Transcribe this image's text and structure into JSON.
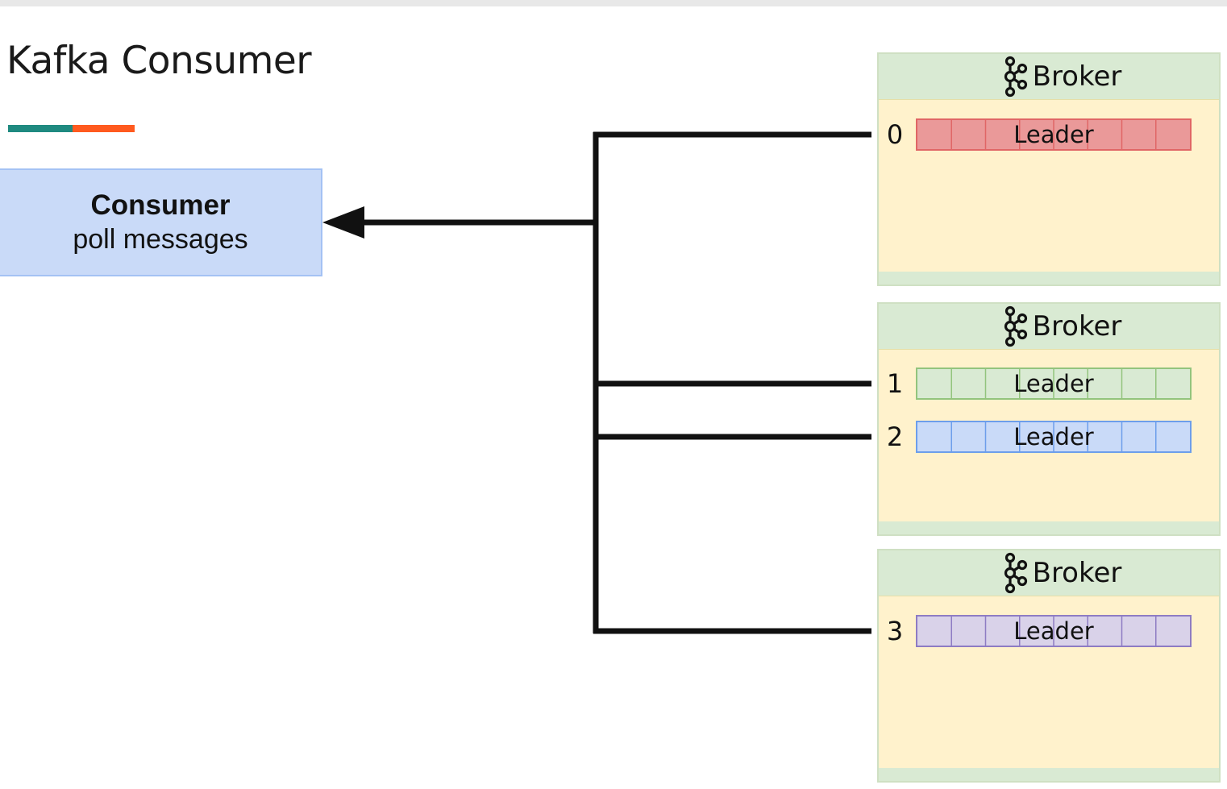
{
  "title": "Kafka Consumer",
  "accent_colors": {
    "teal": "#1f8a80",
    "orange": "#ff5a1f"
  },
  "consumer": {
    "title": "Consumer",
    "subtitle": "poll messages"
  },
  "brokers": [
    {
      "label": "Broker",
      "icon": "kafka-icon"
    },
    {
      "label": "Broker",
      "icon": "kafka-icon"
    },
    {
      "label": "Broker",
      "icon": "kafka-icon"
    }
  ],
  "partitions": [
    {
      "number": "0",
      "role": "Leader",
      "fill": "#ea9999",
      "border": "#e06666",
      "broker": 0
    },
    {
      "number": "1",
      "role": "Leader",
      "fill": "#d9ead3",
      "border": "#93c47d",
      "broker": 1
    },
    {
      "number": "2",
      "role": "Leader",
      "fill": "#c9daf8",
      "border": "#6d9eeb",
      "broker": 1
    },
    {
      "number": "3",
      "role": "Leader",
      "fill": "#d9d2e9",
      "border": "#8e7cc3",
      "broker": 2
    }
  ]
}
